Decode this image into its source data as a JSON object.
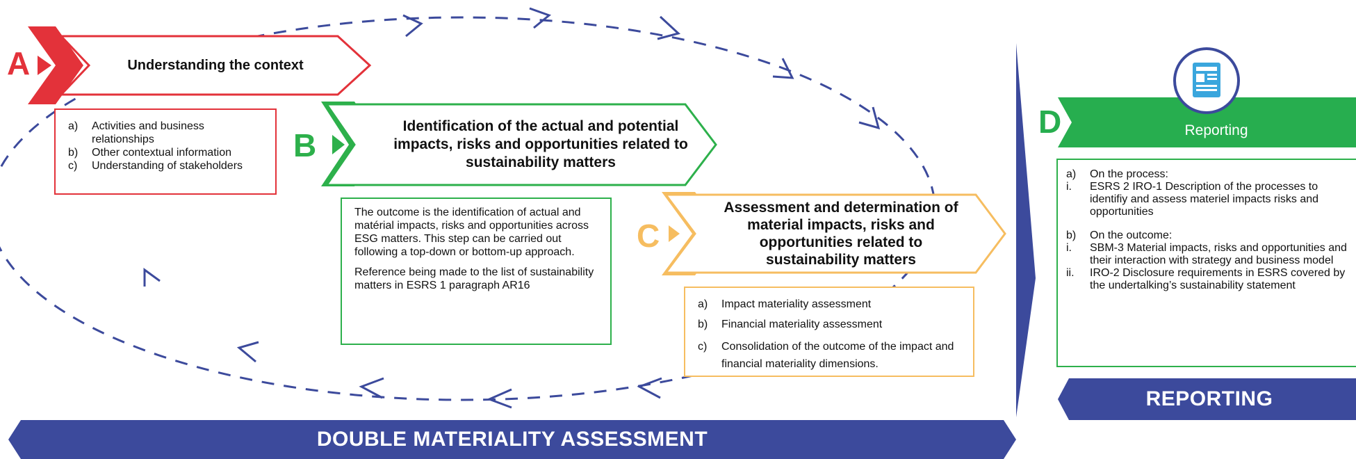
{
  "colors": {
    "red": "#e3323a",
    "green": "#2db04b",
    "orange": "#f6bd60",
    "blue": "#3c4a9c",
    "reporting_green": "#27ae4f"
  },
  "step_a": {
    "letter": "A",
    "title": "Understanding the context",
    "items": [
      {
        "marker": "a)",
        "text": "Activities and business relationships"
      },
      {
        "marker": "b)",
        "text": "Other contextual information"
      },
      {
        "marker": "c)",
        "text": "Understanding of stakeholders"
      }
    ]
  },
  "step_b": {
    "letter": "B",
    "title": "Identification of the actual and potential impacts, risks and opportunities related to sustainability matters",
    "paragraph_1": "The outcome is the identification of actual and matérial impacts, risks and opportunities across ESG matters. This step can be carried out following a top-down or bottom-up approach.",
    "paragraph_2": "Reference being made to the list of sustainability matters in ESRS 1 paragraph AR16"
  },
  "step_c": {
    "letter": "C",
    "title": "Assessment and determination of material impacts, risks and opportunities related to sustainability matters",
    "items": [
      {
        "marker": "a)",
        "text": "Impact materiality assessment"
      },
      {
        "marker": "b)",
        "text": "Financial materiality assessment"
      },
      {
        "marker": "c)",
        "text": "Consolidation of the outcome of the impact and financial materiality dimensions."
      }
    ]
  },
  "step_d": {
    "letter": "D",
    "title": "Reporting",
    "icon": "report-document-icon",
    "section_a": {
      "marker": "a)",
      "heading": "On the process:",
      "items": [
        {
          "marker": "i.",
          "text": "ESRS 2 IRO-1 Description of the processes to identifiy and assess materiel impacts risks and opportunities"
        }
      ]
    },
    "section_b": {
      "marker": "b)",
      "heading": "On the outcome:",
      "items": [
        {
          "marker": "i.",
          "text": "SBM-3 Material impacts, risks and opportunities and their interaction with strategy and business model"
        },
        {
          "marker": "ii.",
          "text": "IRO-2 Disclosure requirements in ESRS covered by the undertalking’s sustainability statement"
        }
      ]
    }
  },
  "footer": {
    "left_banner": "DOUBLE MATERIALITY ASSESSMENT",
    "right_banner": "REPORTING"
  }
}
